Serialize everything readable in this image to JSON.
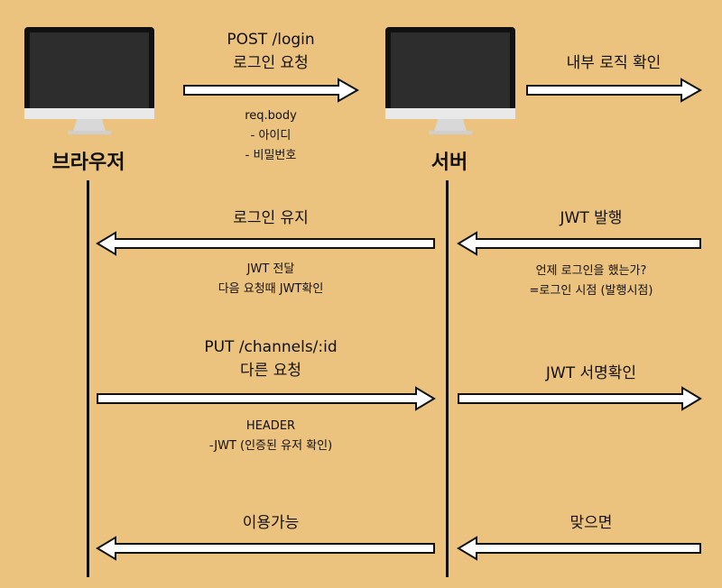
{
  "actors": {
    "browser": "브라우저",
    "server": "서버"
  },
  "messages": {
    "m1_line1": "POST /login",
    "m1_line2": "로그인 요청",
    "m1_note1": "req.body",
    "m1_note2": "- 아이디",
    "m1_note3": "- 비밀번호",
    "m2": "내부 로직 확인",
    "m3": "JWT 발행",
    "m3_note1": "언제 로그인을 했는가?",
    "m3_note2": "=로그인 시점 (발행시점)",
    "m4": "로그인 유지",
    "m4_note1": "JWT 전달",
    "m4_note2": "다음 요청때 JWT확인",
    "m5_line1": "PUT /channels/:id",
    "m5_line2": "다른 요청",
    "m5_note1": "HEADER",
    "m5_note2": "-JWT (인증된 유저 확인)",
    "m6": "JWT 서명확인",
    "m7": "맞으면",
    "m8": "이용가능"
  },
  "colors": {
    "background": "#ecc27f",
    "arrow_fill": "#ffffff",
    "arrow_stroke": "#111111",
    "screen": "#2d2d2d",
    "bezel": "#111111"
  }
}
